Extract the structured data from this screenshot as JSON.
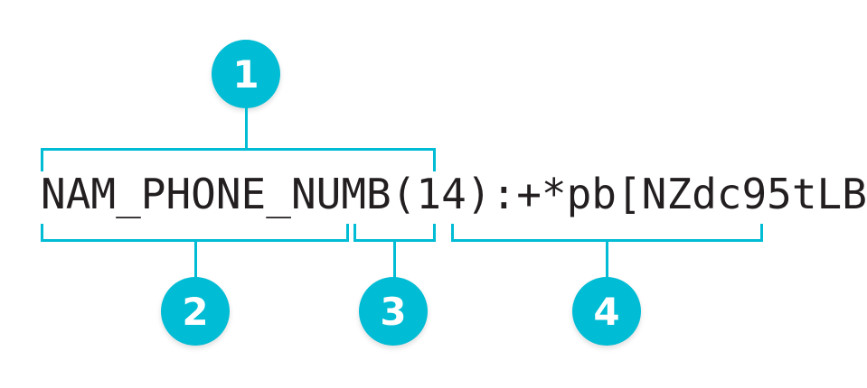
{
  "figure": {
    "background_color": "#ffffff",
    "accent_color": "#00bcd4",
    "text_color": "#231f20",
    "full_string": "NAM_PHONE_NUMB(14):+*pb[NZdc95tLB"
  },
  "code": {
    "segments": [
      {
        "id": "field-name",
        "text": "NAM_PHONE_NUMB"
      },
      {
        "id": "length",
        "text": "(14)"
      },
      {
        "id": "value",
        "text": ":+*pb[NZdc95tLB"
      }
    ]
  },
  "callouts": [
    {
      "number": "1",
      "target": "header"
    },
    {
      "number": "2",
      "target": "field-name"
    },
    {
      "number": "3",
      "target": "length"
    },
    {
      "number": "4",
      "target": "value"
    }
  ]
}
